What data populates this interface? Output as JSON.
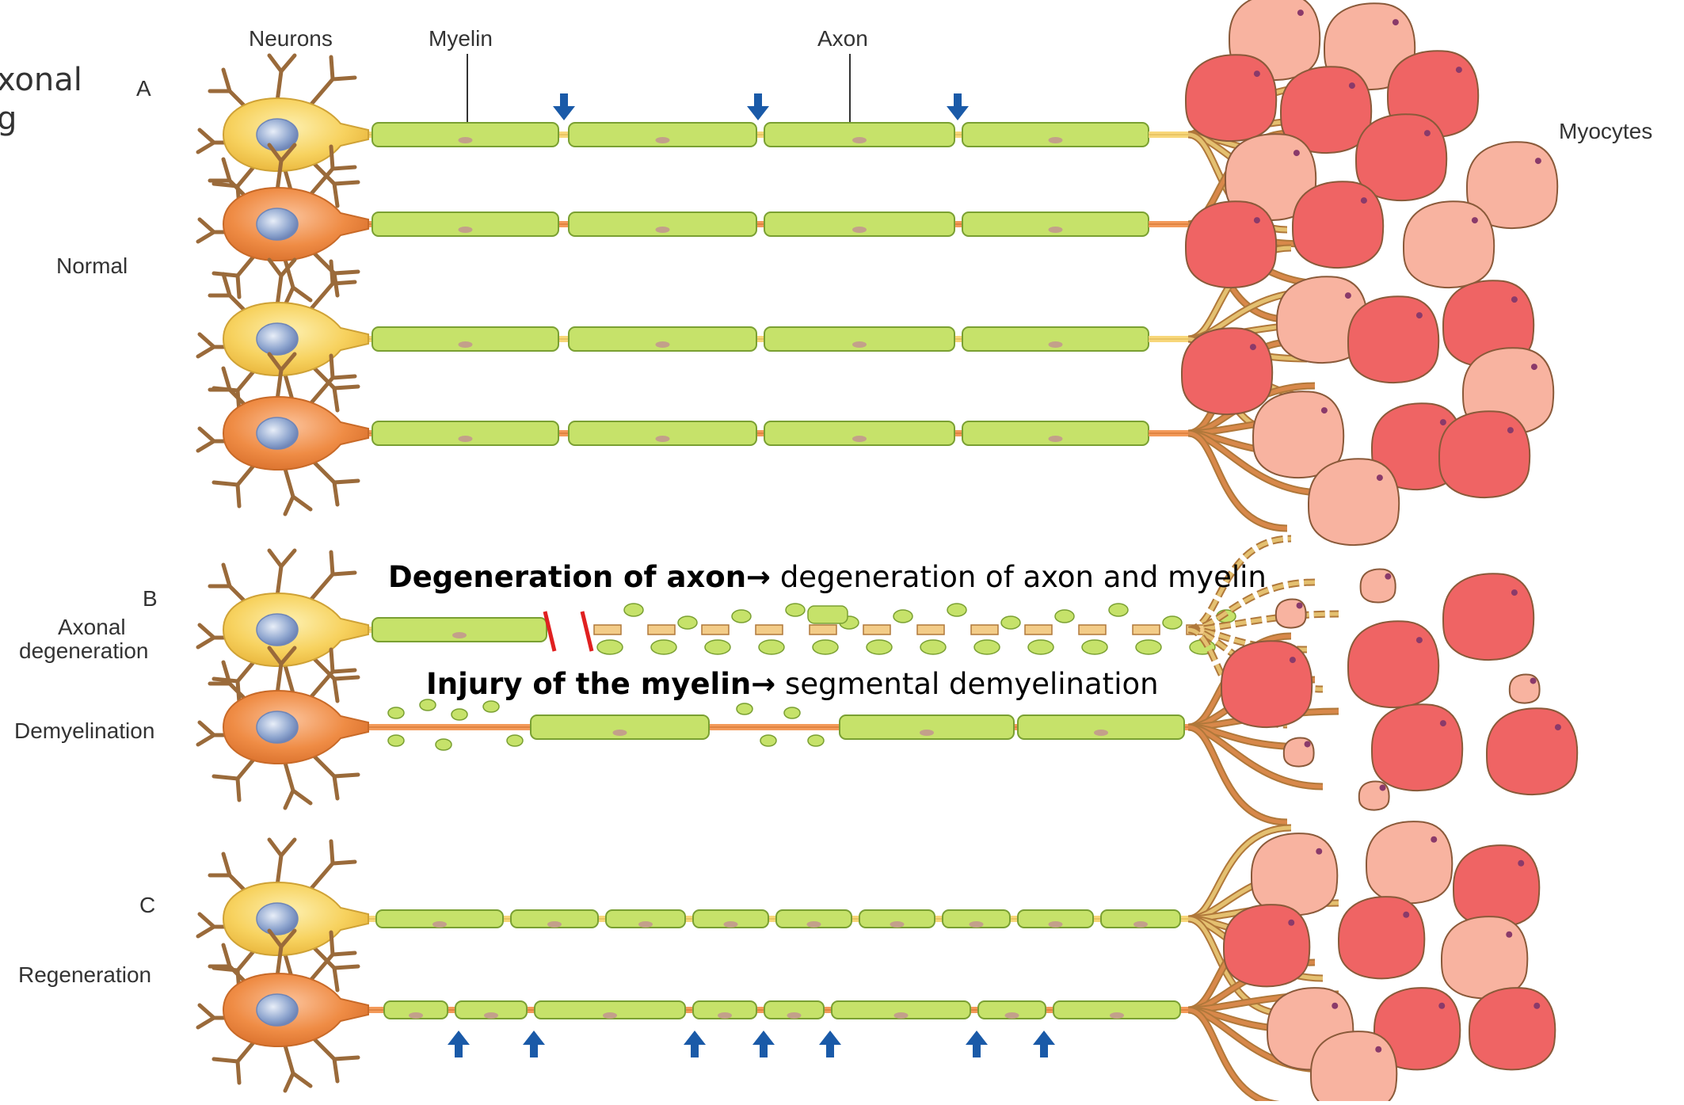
{
  "slide_fragment": {
    "line1": "xonal",
    "line2": "g"
  },
  "labels": {
    "neurons": "Neurons",
    "myelin": "Myelin",
    "axon": "Axon",
    "myocytes": "Myocytes"
  },
  "panels": {
    "a": {
      "letter": "A",
      "name": "Normal"
    },
    "b": {
      "letter": "B",
      "name_line1": "Axonal",
      "name_line2": "degeneration",
      "name2": "Demyelination"
    },
    "c": {
      "letter": "C",
      "name": "Regeneration"
    }
  },
  "captions": {
    "degeneration_bold": "Degeneration of axon",
    "degeneration_rest": " degeneration of axon and myelin",
    "injury_bold": "Injury of the myelin",
    "injury_rest": " segmental demyelination",
    "arrow": "→"
  },
  "colors": {
    "neuron_yellow": "#f7d25f",
    "neuron_orange": "#ef8c45",
    "myelin_green": "#c6e26a",
    "axon_yellow": "#f8d77a",
    "axon_orange": "#f39a5a",
    "myocyte_light": "#f8b3a0",
    "myocyte_dark": "#ef6464",
    "dendrite": "#9a6a3a",
    "marker_blue": "#1a5aa8",
    "cut_red": "#e02020"
  },
  "icons": {
    "down_arrow": "down-arrow-icon",
    "up_arrow": "up-arrow-icon",
    "cut_mark": "cut-mark-icon"
  }
}
